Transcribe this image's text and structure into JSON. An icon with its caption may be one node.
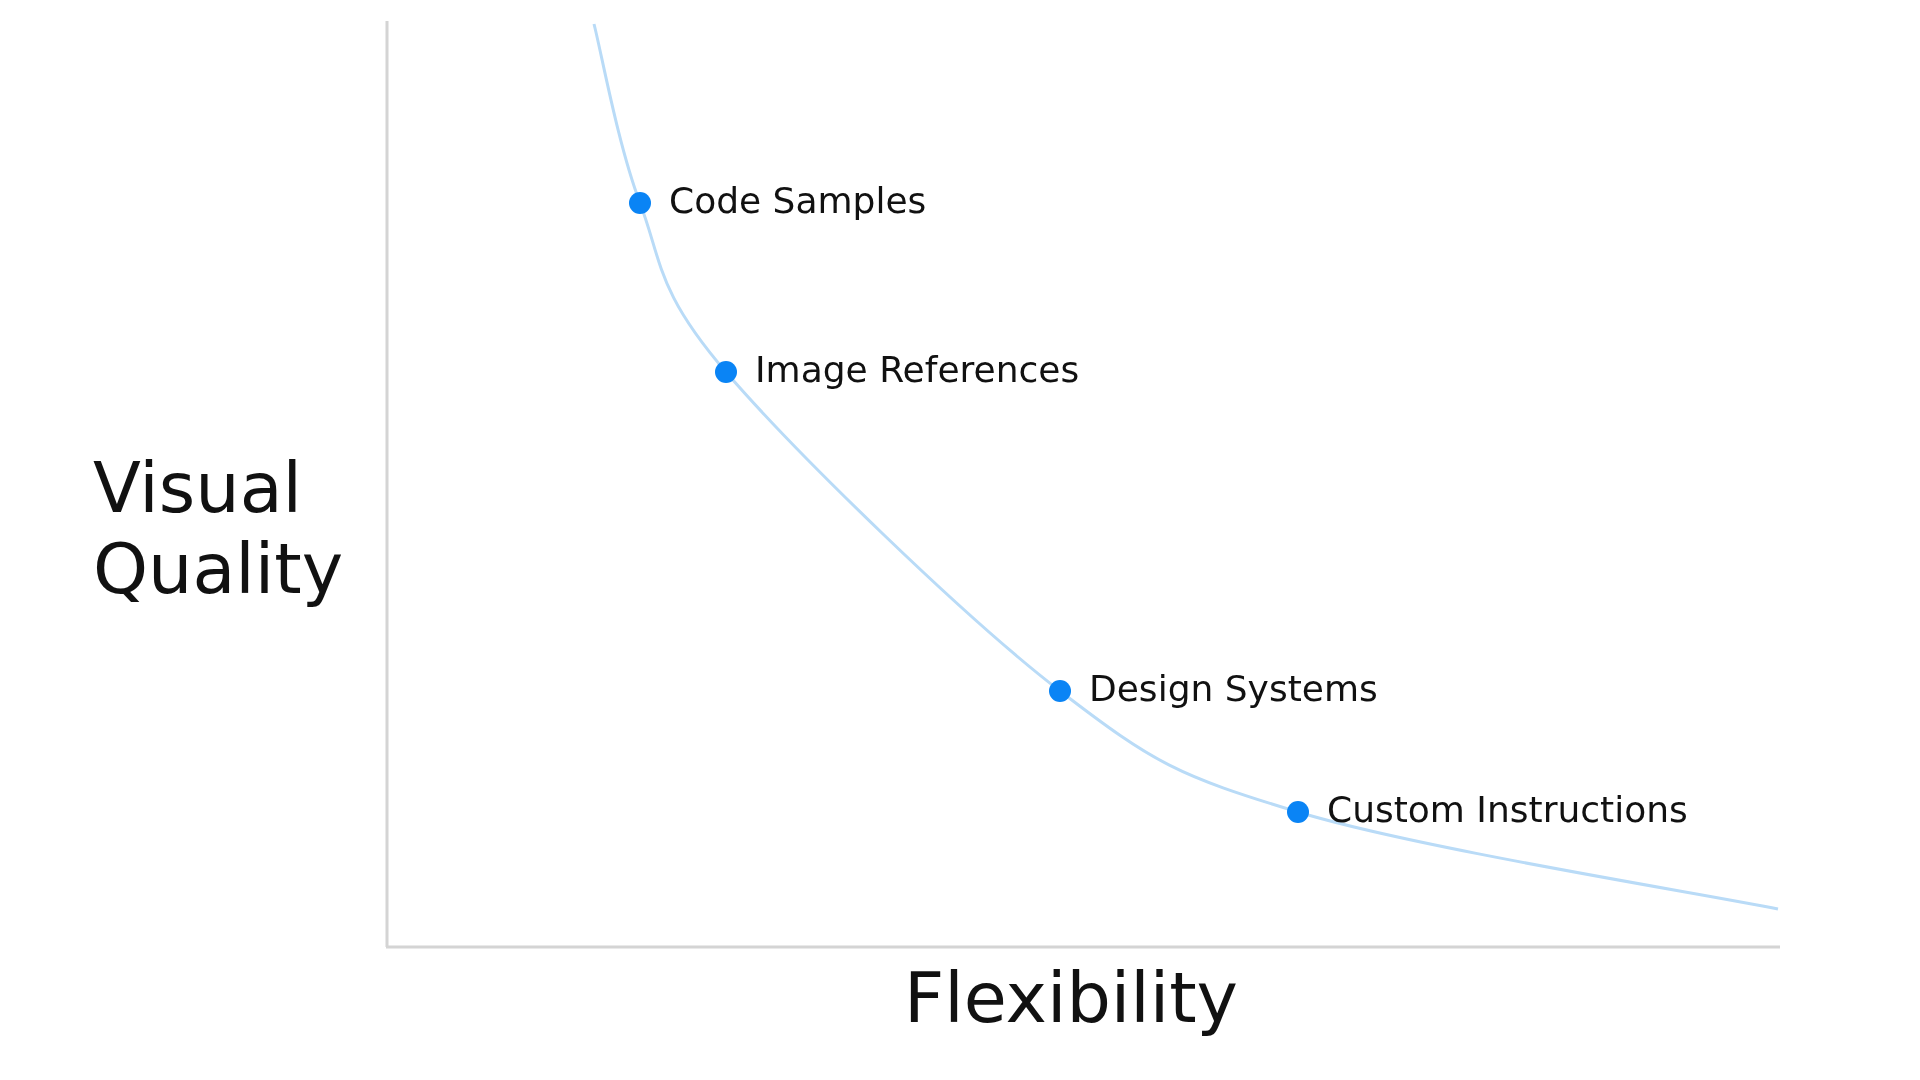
{
  "diagram": {
    "labels": [
      "Code Samples",
      "Image References",
      "Visual Quality",
      "Design Systems",
      "Custom Instructions",
      "Flexibility"
    ]
  }
}
